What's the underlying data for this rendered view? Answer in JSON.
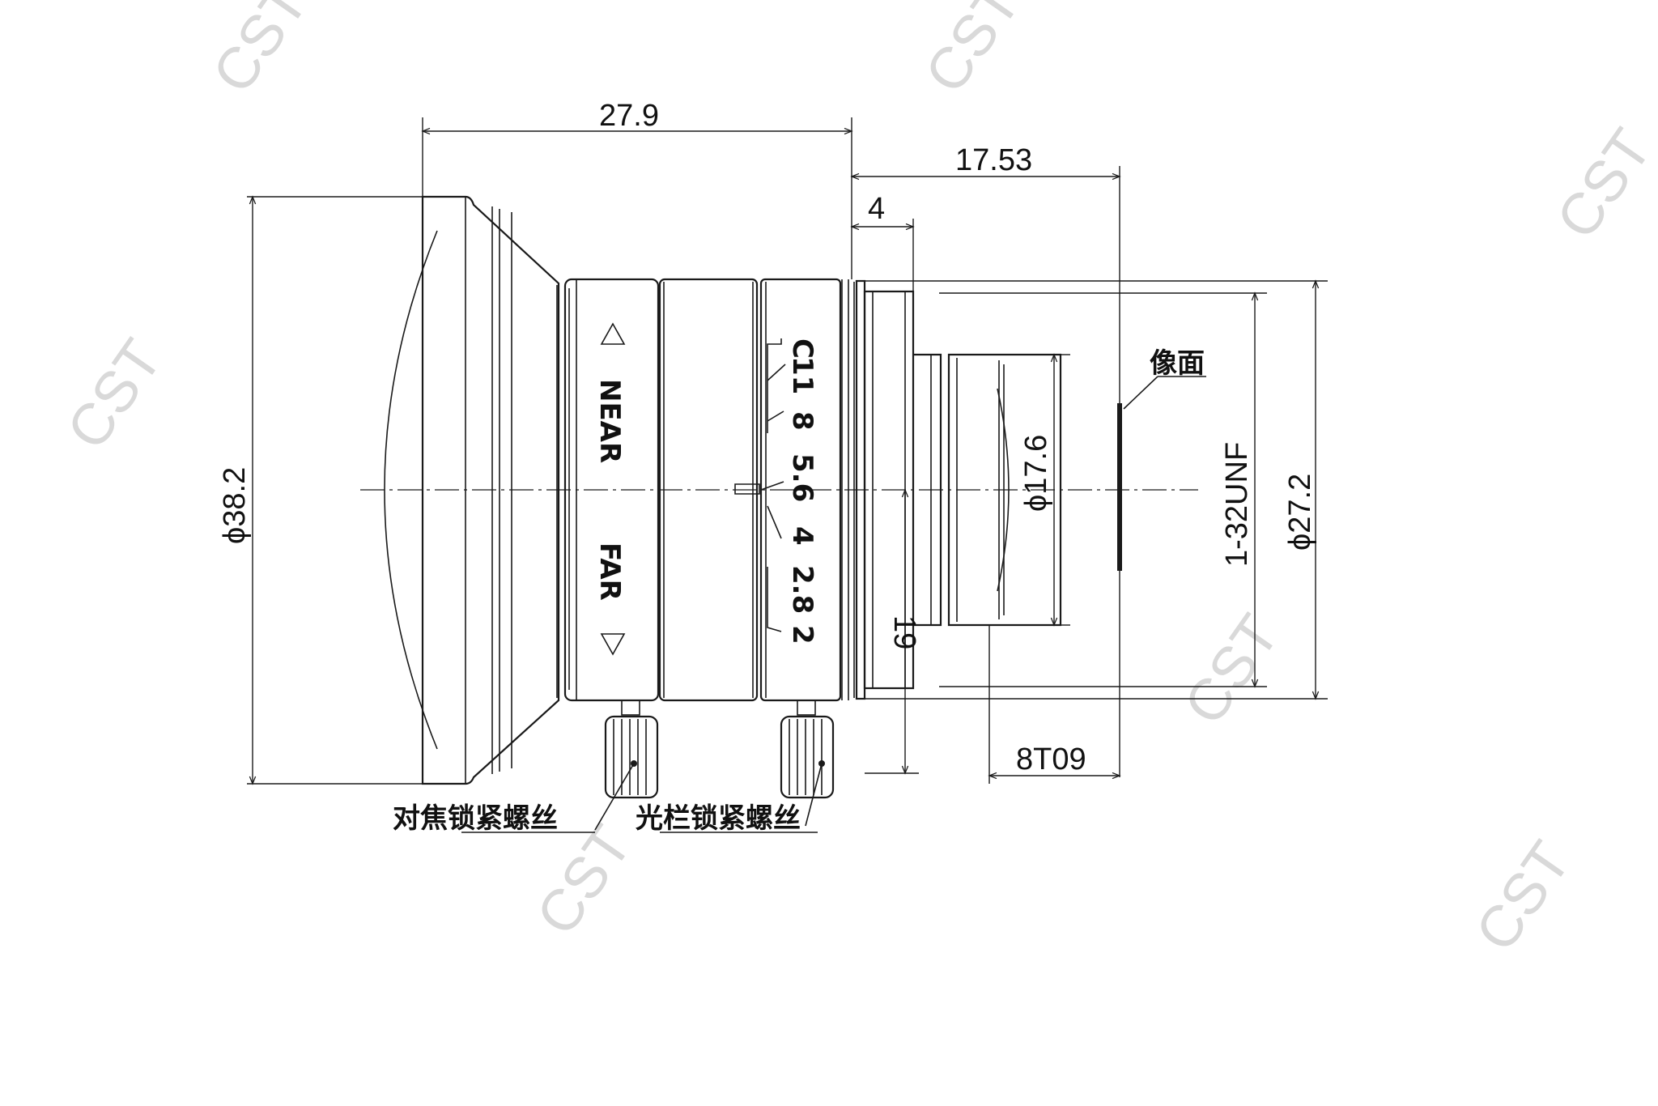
{
  "watermark": "CST",
  "dimensions": {
    "overall_length": "27.9",
    "flange_to_image": "17.53",
    "mount_step": "4",
    "front_diameter": "ϕ38.2",
    "rear_diameter": "ϕ27.2",
    "rear_group_diameter": "ϕ17.6",
    "mount_height": "19",
    "rear_length": "8T09",
    "thread": "1-32UNF"
  },
  "focus_ring": {
    "near_label": "NEAR",
    "far_label": "FAR"
  },
  "aperture_scale": [
    "C",
    "11",
    "8",
    "5.6",
    "4",
    "2.8",
    "2"
  ],
  "labels": {
    "image_plane": "像面",
    "focus_lock_screw": "对焦锁紧螺丝",
    "iris_lock_screw": "光栏锁紧螺丝"
  },
  "colors": {
    "line": "#1a1a1a",
    "watermark": "#d9d9d9",
    "background": "#ffffff"
  }
}
